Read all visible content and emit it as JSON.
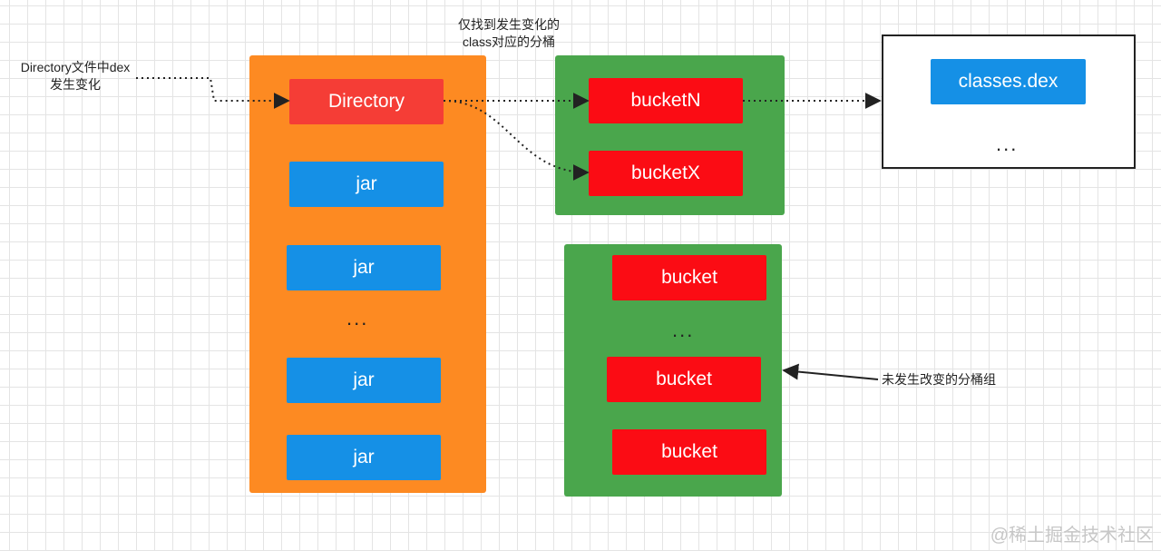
{
  "labels": {
    "dex_change_line1": "Directory文件中dex",
    "dex_change_line2": "发生变化",
    "find_line1": "仅找到发生变化的",
    "find_line2": "class对应的分桶",
    "unchanged_group": "未发生改变的分桶组"
  },
  "orange_group": {
    "directory": "Directory",
    "jars": [
      "jar",
      "jar",
      "jar",
      "jar"
    ],
    "ellipsis": "..."
  },
  "changed_buckets": {
    "bucket_n": "bucketN",
    "bucket_x": "bucketX"
  },
  "unchanged_buckets": {
    "buckets": [
      "bucket",
      "bucket",
      "bucket"
    ],
    "ellipsis": "..."
  },
  "dex_box": {
    "file": "classes.dex",
    "ellipsis": "..."
  },
  "watermark": "@稀土掘金技术社区",
  "colors": {
    "orange_container": "#fd8a22",
    "green_container": "#4aa64c",
    "directory_node": "#f53d36",
    "bucket_node": "#fb0c14",
    "jar_node": "#1590e6",
    "grid_line": "#e4e4e4"
  }
}
